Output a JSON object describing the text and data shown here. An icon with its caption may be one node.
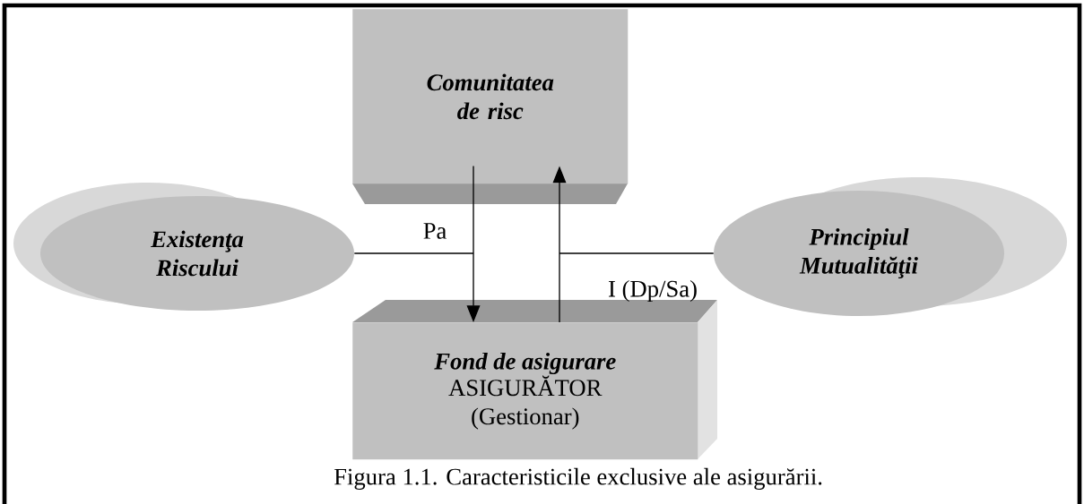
{
  "diagram": {
    "caption": "Figura 1.1. Caracteristicile exclusive ale asigurării.",
    "nodes": [
      {
        "text": [
          "Comunitatea de risc"
        ]
      },
      {
        "text": [
          "Existenţa Riscului"
        ]
      },
      {
        "text": [
          "Principiul Mutualităţii"
        ]
      },
      {
        "text": [
          "Fond de asigurare",
          "ASIGURĂTOR (Gestionar)"
        ]
      }
    ],
    "edges": [
      {
        "from": 0,
        "to": 3,
        "arrow": "to",
        "label": "Pa"
      },
      {
        "from": 3,
        "to": 0,
        "arrow": "to",
        "label": "I (Dp/Sa)"
      },
      {
        "from": 1,
        "to": null,
        "arrow": "none"
      },
      {
        "from": 2,
        "to": null,
        "arrow": "none"
      }
    ]
  }
}
